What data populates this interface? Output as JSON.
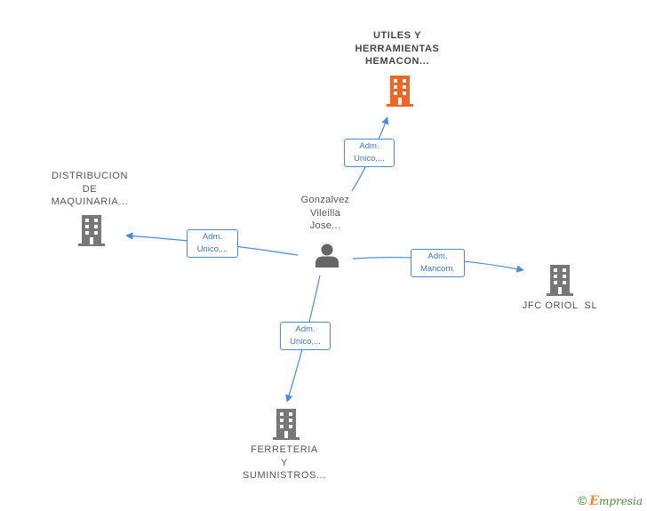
{
  "center": {
    "lines": [
      "Gonzalvez",
      "Vileilla",
      "Jose..."
    ]
  },
  "companies": {
    "utiles": {
      "lines": [
        "UTILES Y",
        "HERRAMIENTAS",
        "HEMACON..."
      ],
      "highlight": true,
      "color": "#f26522"
    },
    "distribucion": {
      "lines": [
        "DISTRIBUCION",
        "DE",
        "MAQUINARIA..."
      ],
      "highlight": false,
      "color": "#777777"
    },
    "jfc": {
      "lines": [
        "JFC ORIOL  SL"
      ],
      "highlight": false,
      "color": "#777777"
    },
    "ferreteria": {
      "lines": [
        "FERRETERIA",
        "Y",
        "SUMINISTROS..."
      ],
      "highlight": false,
      "color": "#777777"
    }
  },
  "edges": {
    "utiles": {
      "lines": [
        "Adm.",
        "Unico,..."
      ]
    },
    "distribucion": {
      "lines": [
        "Adm.",
        "Unico,..."
      ]
    },
    "jfc": {
      "lines": [
        "Adm.",
        "Mancom."
      ]
    },
    "ferreteria": {
      "lines": [
        "Adm.",
        "Unico,..."
      ]
    }
  },
  "colors": {
    "edge": "#4a8ad8",
    "person": "#666666",
    "building_default": "#777777",
    "building_highlight": "#f26522"
  },
  "footer": {
    "copyright_symbol": "©",
    "brand_initial": "E",
    "brand_rest": "mpresia"
  }
}
